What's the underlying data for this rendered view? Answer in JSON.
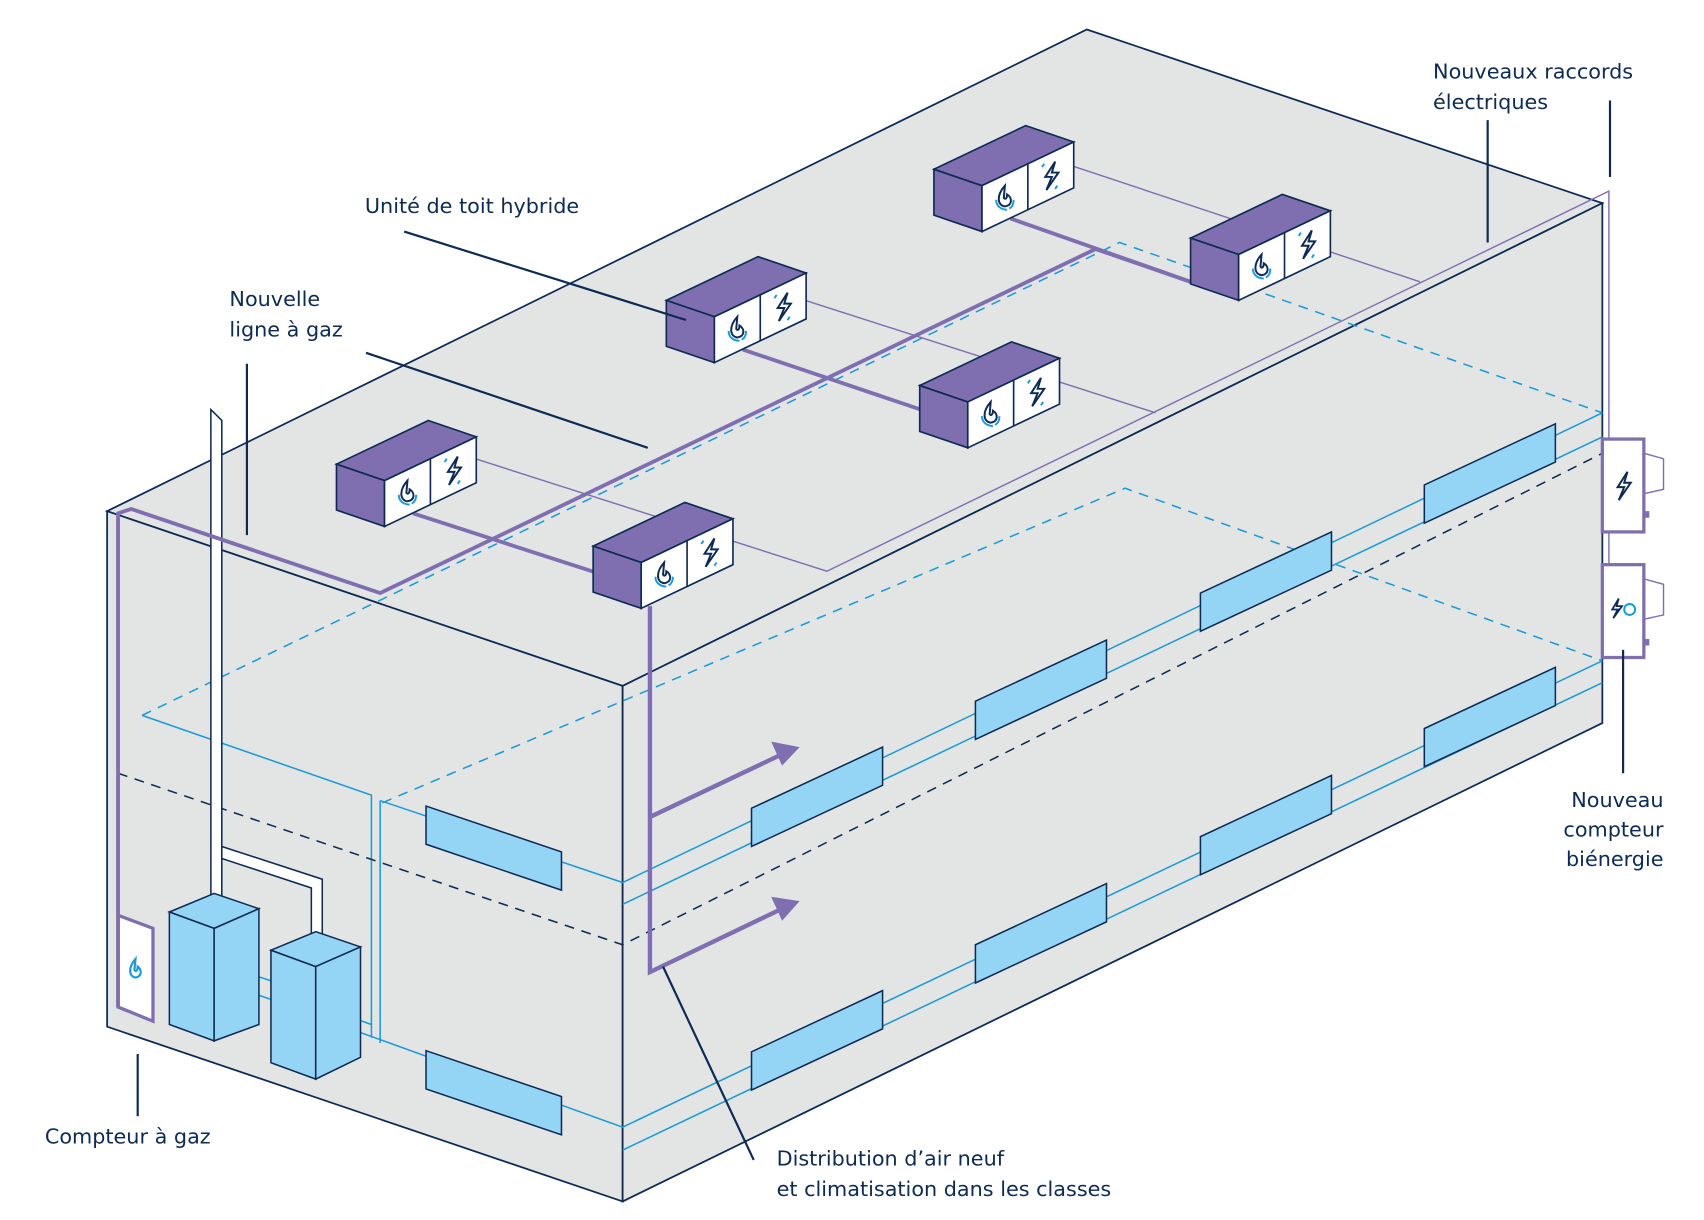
{
  "labels": {
    "rooftop_unit": "Unité de toit hybride",
    "gas_line": [
      "Nouvelle",
      "ligne à gaz"
    ],
    "electrical": [
      "Nouveaux raccords",
      "électriques"
    ],
    "dual_meter": [
      "Nouveau",
      "compteur",
      "biénergie"
    ],
    "gas_meter": "Compteur à gaz",
    "distribution": [
      "Distribution d’air neuf",
      "et climatisation dans les classes"
    ]
  },
  "colors": {
    "building_fill": "#e3e5e5",
    "outline": "#0d2a52",
    "purple": "#7f6fb0",
    "blue_line": "#1a9ad6",
    "window_fill": "#94d4f5"
  },
  "icons": [
    "flame-icon",
    "bolt-icon",
    "bolt-flame-icon"
  ]
}
